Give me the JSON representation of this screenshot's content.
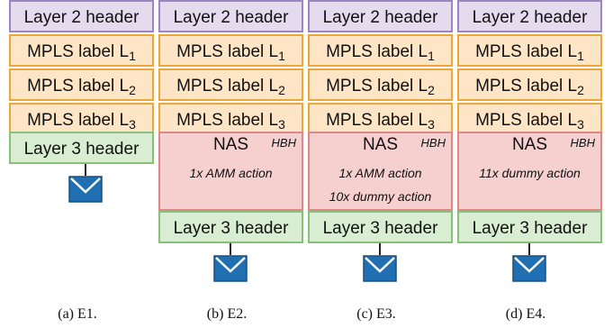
{
  "layer2": "Layer 2 header",
  "mpls_prefix": "MPLS label L",
  "layer3": "Layer 3 header",
  "labels": [
    "1",
    "2",
    "3"
  ],
  "nas": {
    "name": "NAS",
    "hbh": "HBH"
  },
  "columns": [
    {
      "caption": "(a) E1.",
      "actions": []
    },
    {
      "caption": "(b) E2.",
      "actions": [
        "1x AMM action"
      ]
    },
    {
      "caption": "(c) E3.",
      "actions": [
        "1x AMM action",
        "10x dummy action"
      ]
    },
    {
      "caption": "(d) E4.",
      "actions": [
        "11x dummy action"
      ]
    }
  ]
}
